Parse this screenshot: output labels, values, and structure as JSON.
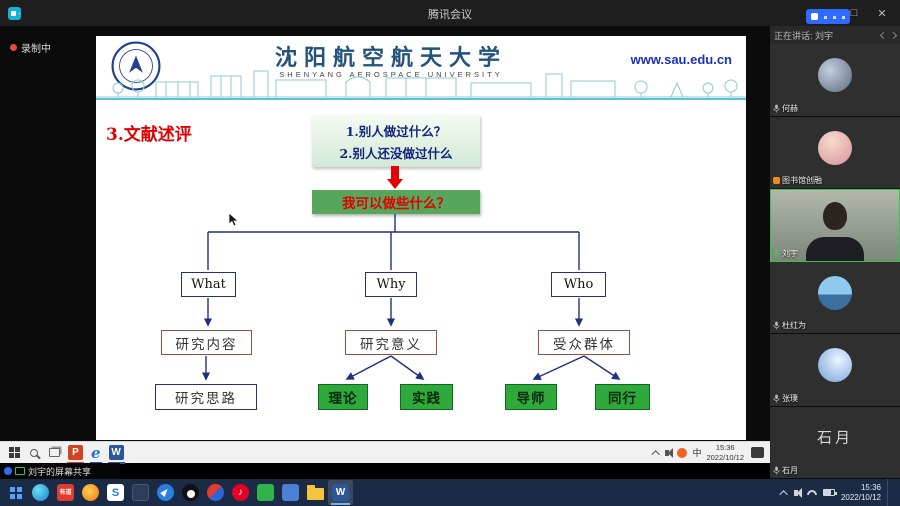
{
  "window": {
    "title": "腾讯会议",
    "controls": {
      "minimize": "—",
      "maximize": "□",
      "close": "✕"
    }
  },
  "meeting": {
    "recording_label": "录制中",
    "speaking_label": "正在讲话: 刘宇",
    "share_label": "刘宇的屏幕共享",
    "participants": [
      {
        "name": "何赫"
      },
      {
        "name": "图书馆创融"
      },
      {
        "name": "刘宇"
      },
      {
        "name": "杜红为"
      },
      {
        "name": "张璞"
      },
      {
        "name": "石月",
        "display": "石月"
      }
    ]
  },
  "slide": {
    "header": {
      "university_cn": "沈阳航空航天大学",
      "university_en": "SHENYANG AEROSPACE UNIVERSITY",
      "website": "www.sau.edu.cn"
    },
    "section_title": "3.文献述评",
    "question_top_line1": "1.别人做过什么？",
    "question_top_line2": "2.别人还没做过什么",
    "question_main": "我可以做些什么？",
    "branches": [
      {
        "q": "What",
        "mid": "研究内容",
        "leaf1": "研究思路"
      },
      {
        "q": "Why",
        "mid": "研究意义",
        "leaf1": "理论",
        "leaf2": "实践"
      },
      {
        "q": "Who",
        "mid": "受众群体",
        "leaf1": "导师",
        "leaf2": "同行"
      }
    ]
  },
  "shared_taskbar": {
    "ppt_label": "P",
    "ie_label": "e",
    "word_label": "W",
    "input_label": "中",
    "time": "15:36",
    "date": "2022/10/12"
  },
  "system_taskbar": {
    "youdao_label": "有道",
    "sogou_label": "S",
    "word_label": "W",
    "time": "15:36",
    "date": "2022/10/12"
  },
  "icons": {
    "music_note": "♪"
  },
  "colors": {
    "accent_blue": "#2f6bff",
    "slide_green": "#2fa83c",
    "alert_red": "#e60000",
    "flow_navy": "#20307d",
    "header_teal": "#5ec3cf"
  }
}
